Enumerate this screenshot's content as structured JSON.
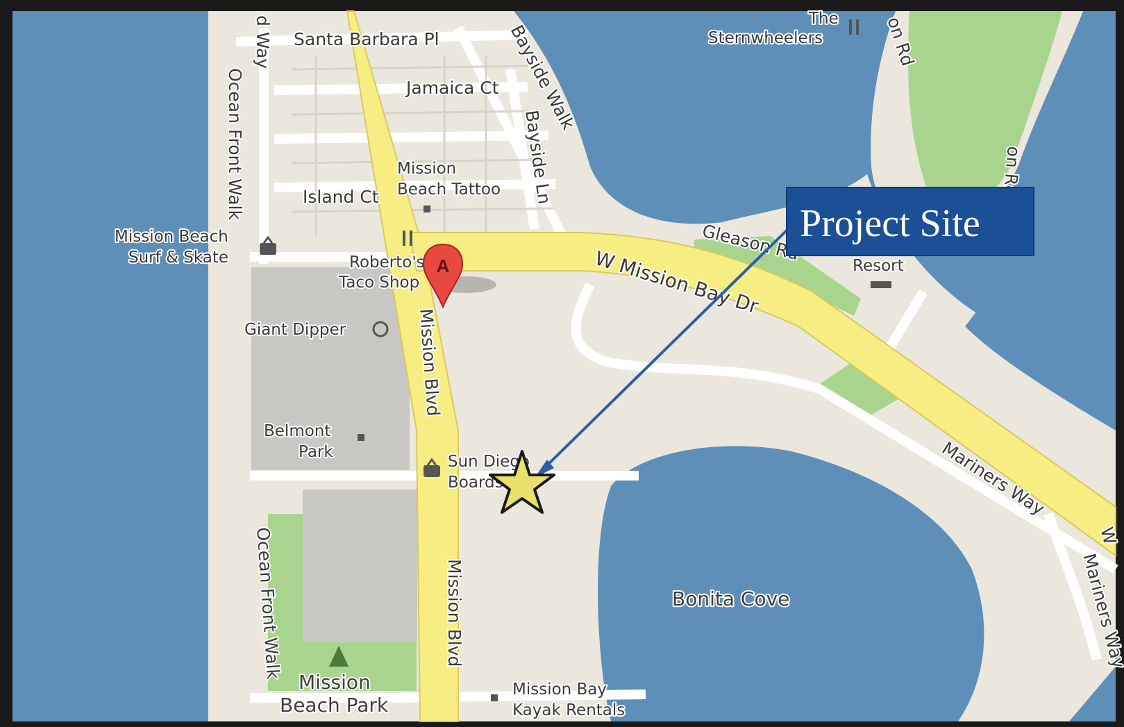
{
  "callout": {
    "label": "Project Site"
  },
  "marker": {
    "letter": "A"
  },
  "roads": {
    "santa_barbara_pl": "Santa Barbara Pl",
    "jamaica_ct": "Jamaica Ct",
    "island_ct": "Island Ct",
    "bayside_walk": "Bayside Walk",
    "bayside_ln": "Bayside Ln",
    "ocean_front_walk_1": "Ocean Front Walk",
    "ocean_front_walk_2": "Ocean Front Walk",
    "mission_blvd_1": "Mission Blvd",
    "mission_blvd_2": "Mission Blvd",
    "w_mission_bay_dr": "W Mission Bay Dr",
    "gleason_rd": "Gleason Rd",
    "mariners_way_1": "Mariners Way",
    "mariners_way_2": "Mariners Way",
    "way_fragment": "d Way",
    "on_rd_1": "on Rd",
    "on_rd_2": "on Rd",
    "w_fragment": "W"
  },
  "pois": {
    "sternwheelers_1": "The",
    "sternwheelers_2": "Sternwheelers",
    "mission_beach_tattoo_1": "Mission",
    "mission_beach_tattoo_2": "Beach Tattoo",
    "surf_skate_1": "Mission Beach",
    "surf_skate_2": "Surf & Skate",
    "robertos_1": "Roberto's",
    "robertos_2": "Taco Shop",
    "giant_dipper": "Giant Dipper",
    "belmont_park_1": "Belmont",
    "belmont_park_2": "Park",
    "sun_diego_1": "Sun Diego",
    "sun_diego_2": "Boardshops",
    "resort": "Resort",
    "mission_beach_park_1": "Mission",
    "mission_beach_park_2": "Beach Park",
    "kayak_1": "Mission Bay",
    "kayak_2": "Kayak Rentals"
  },
  "water": {
    "bonita_cove": "Bonita Cove"
  },
  "colors": {
    "water": "#5e8fb8",
    "land": "#ebe7dd",
    "park": "#a9d48e",
    "major_road": "#f7ee83",
    "minor_road": "#ffffff",
    "callout_bg": "#1b4f96",
    "arrow": "#2c5ea8",
    "marker": "#e8483f",
    "star": "#e8e06a"
  }
}
